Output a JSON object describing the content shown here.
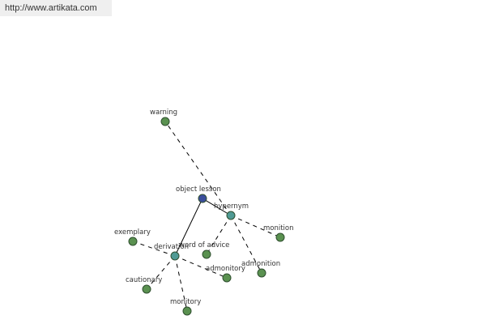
{
  "source": {
    "url_text": "http://www.artikata.com"
  },
  "colors": {
    "center": "#3b4e9c",
    "relation": "#4f9a94",
    "leaf": "#5a9150",
    "solid_edge": "#000000",
    "dashed_edge": "#000000"
  },
  "graph": {
    "nodes": [
      {
        "id": "object-lesson",
        "label": "object lesson",
        "kind": "center"
      },
      {
        "id": "hypernym",
        "label": "hypernym",
        "kind": "relation"
      },
      {
        "id": "derivation",
        "label": "derivation",
        "kind": "relation"
      },
      {
        "id": "warning",
        "label": "warning",
        "kind": "leaf"
      },
      {
        "id": "monition",
        "label": "monition",
        "kind": "leaf"
      },
      {
        "id": "admonition",
        "label": "admonition",
        "kind": "leaf"
      },
      {
        "id": "word-of-advice",
        "label": "word of advice",
        "kind": "leaf"
      },
      {
        "id": "exemplary",
        "label": "exemplary",
        "kind": "leaf"
      },
      {
        "id": "admonitory",
        "label": "admonitory",
        "kind": "leaf"
      },
      {
        "id": "cautionary",
        "label": "cautionary",
        "kind": "leaf"
      },
      {
        "id": "monitory",
        "label": "monitory",
        "kind": "leaf"
      }
    ],
    "edges": [
      {
        "from": "object-lesson",
        "to": "hypernym",
        "style": "solid"
      },
      {
        "from": "object-lesson",
        "to": "derivation",
        "style": "solid"
      },
      {
        "from": "hypernym",
        "to": "warning",
        "style": "dashed"
      },
      {
        "from": "hypernym",
        "to": "monition",
        "style": "dashed"
      },
      {
        "from": "hypernym",
        "to": "admonition",
        "style": "dashed"
      },
      {
        "from": "hypernym",
        "to": "word-of-advice",
        "style": "dashed"
      },
      {
        "from": "derivation",
        "to": "exemplary",
        "style": "dashed"
      },
      {
        "from": "derivation",
        "to": "admonitory",
        "style": "dashed"
      },
      {
        "from": "derivation",
        "to": "cautionary",
        "style": "dashed"
      },
      {
        "from": "derivation",
        "to": "monitory",
        "style": "dashed"
      }
    ]
  }
}
